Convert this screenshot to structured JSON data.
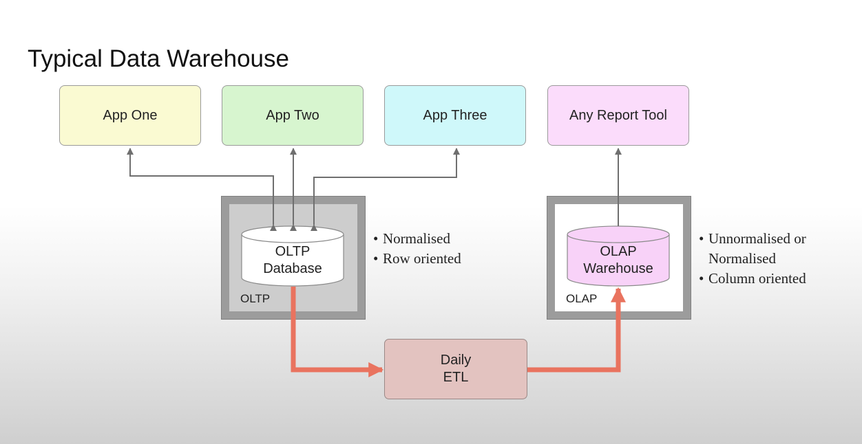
{
  "title": "Typical Data Warehouse",
  "apps": [
    {
      "label": "App One",
      "color": "#fafad2"
    },
    {
      "label": "App Two",
      "color": "#d7f5cf"
    },
    {
      "label": "App Three",
      "color": "#cff8fa"
    },
    {
      "label": "Any Report Tool",
      "color": "#fbdcfb"
    }
  ],
  "oltp": {
    "frame_label": "OLTP",
    "db_line1": "OLTP",
    "db_line2": "Database",
    "db_color": "#ffffff",
    "bullets": [
      "Normalised",
      "Row oriented"
    ]
  },
  "olap": {
    "frame_label": "OLAP",
    "db_line1": "OLAP",
    "db_line2": "Warehouse",
    "db_color": "#f8d2f8",
    "bullets": [
      "Unnormalised or Normalised",
      "Column oriented"
    ]
  },
  "etl": {
    "line1": "Daily",
    "line2": "ETL",
    "color": "#e3c3c0",
    "arrow_color": "#e9735f"
  }
}
